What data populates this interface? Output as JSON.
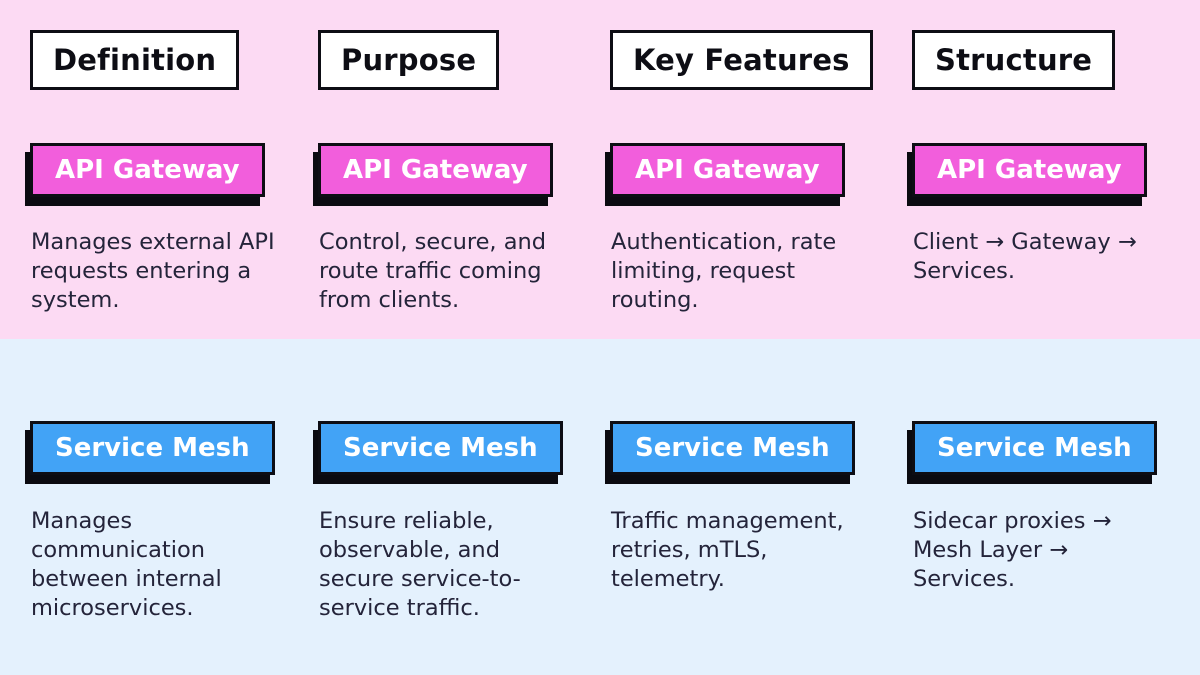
{
  "colors": {
    "top_section_background": "#fcdaf3",
    "bottom_section_background": "#e4f1fd",
    "api_gateway_accent": "#f25edc",
    "service_mesh_accent": "#42a3f6",
    "outline": "#0d0d14",
    "header_box_background": "#ffffff",
    "body_text": "#24243a"
  },
  "table": {
    "column_headers": [
      "Definition",
      "Purpose",
      "Key Features",
      "Structure"
    ],
    "rows": [
      {
        "label": "API Gateway",
        "cells": [
          "Manages external API\nrequests entering a\nsystem.",
          "Control, secure, and\nroute traffic coming\nfrom clients.",
          "Authentication, rate\nlimiting, request\nrouting.",
          "Client → Gateway →\nServices."
        ]
      },
      {
        "label": "Service Mesh",
        "cells": [
          "Manages\ncommunication\nbetween internal\nmicroservices.",
          "Ensure reliable,\nobservable, and\nsecure service-to-\nservice traffic.",
          "Traffic management,\nretries, mTLS,\ntelemetry.",
          "Sidecar proxies →\nMesh Layer →\nServices."
        ]
      }
    ]
  }
}
